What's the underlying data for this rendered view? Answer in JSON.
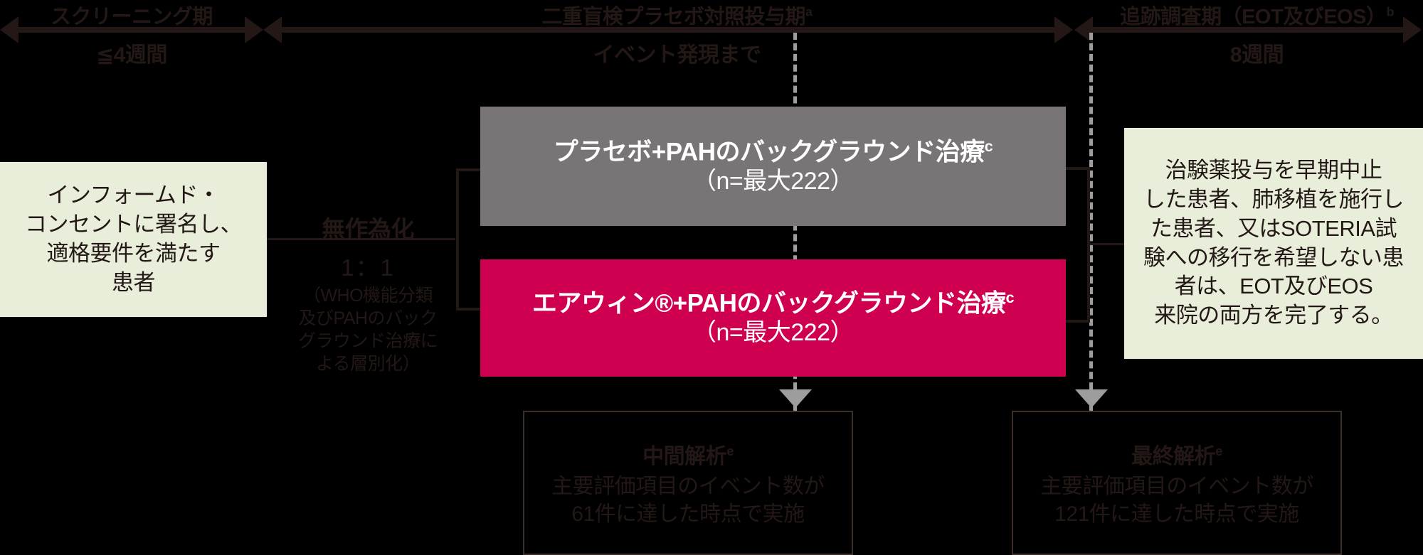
{
  "timeline": {
    "phases": [
      {
        "name": "screening",
        "title": "スクリーニング期",
        "title_sup": "",
        "duration": "≦4週間"
      },
      {
        "name": "double-blind",
        "title": "二重盲検プラセボ対照投与期",
        "title_sup": "a",
        "duration": "イベント発現まで"
      },
      {
        "name": "follow-up",
        "title": "追跡調査期（EOT及びEOS）",
        "title_sup": "b",
        "duration": "8週間"
      }
    ]
  },
  "eligibility_box": {
    "lines": [
      "インフォームド・",
      "コンセントに署名し、",
      "適格要件を満たす",
      "患者"
    ]
  },
  "randomization": {
    "heading": "無作為化",
    "ratio": "1：1",
    "note_lines": [
      "（WHO機能分類",
      "及びPAHのバック",
      "グラウンド治療に",
      "よる層別化）"
    ]
  },
  "arms": [
    {
      "name": "placebo-arm",
      "label": "プラセボ+PAHのバックグラウンド治療",
      "label_sup": "c",
      "sublabel": "（n=最大222）",
      "color": "#797475"
    },
    {
      "name": "treatment-arm",
      "label": "エアウィン®+PAHのバックグラウンド治療",
      "label_sup": "c",
      "sublabel": "（n=最大222）",
      "color": "#d00050"
    }
  ],
  "completion_box": {
    "lines": [
      "治験薬投与を早期中止",
      "した患者、肺移植を施行し",
      "た患者、又はSOTERIA試",
      "験への移行を希望しない患",
      "者は、EOT及びEOS",
      "来院の両方を完了する。"
    ]
  },
  "analyses": [
    {
      "name": "interim-analysis",
      "heading": "中間解析",
      "heading_sup": "e",
      "body_lines": [
        "主要評価項目のイベント数が",
        "61件に達した時点で実施"
      ]
    },
    {
      "name": "final-analysis",
      "heading": "最終解析",
      "heading_sup": "e",
      "body_lines": [
        "主要評価項目のイベント数が",
        "121件に達した時点で実施"
      ]
    }
  ],
  "colors": {
    "ink": "#231815",
    "placebo_gray": "#797475",
    "treatment_magenta": "#d00050",
    "panel_green": "#e9eedb",
    "dashed_gray": "#9d9d9d",
    "background": "#000000"
  }
}
